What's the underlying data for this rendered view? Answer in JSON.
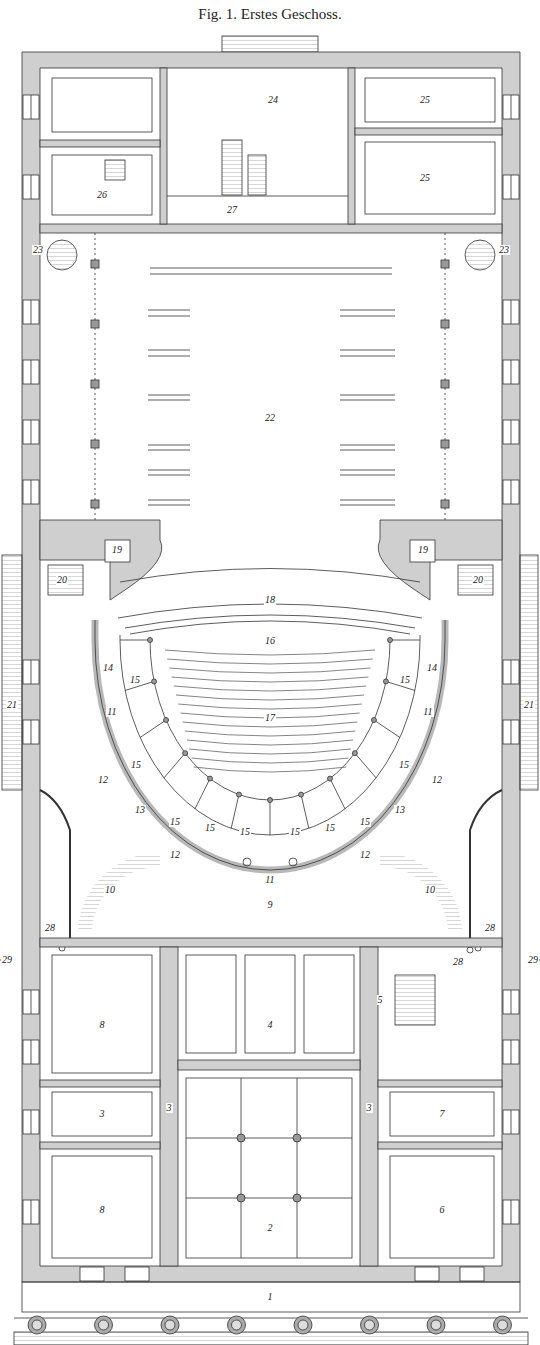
{
  "diagram": {
    "title": "Fig. 1. Erstes Geschoss.",
    "labels": [
      "24",
      "25",
      "25",
      "26",
      "27",
      "23",
      "23",
      "22",
      "20",
      "19",
      "19",
      "20",
      "18",
      "16",
      "14",
      "14",
      "15",
      "15",
      "21",
      "11",
      "11",
      "21",
      "17",
      "15",
      "15",
      "12",
      "12",
      "13",
      "13",
      "15",
      "15",
      "15",
      "15",
      "15",
      "15",
      "12",
      "12",
      "11",
      "10",
      "10",
      "9",
      "28",
      "28",
      "28",
      "29",
      "29",
      "8",
      "4",
      "5",
      "3",
      "3",
      "3",
      "7",
      "8",
      "2",
      "6",
      "1"
    ]
  }
}
